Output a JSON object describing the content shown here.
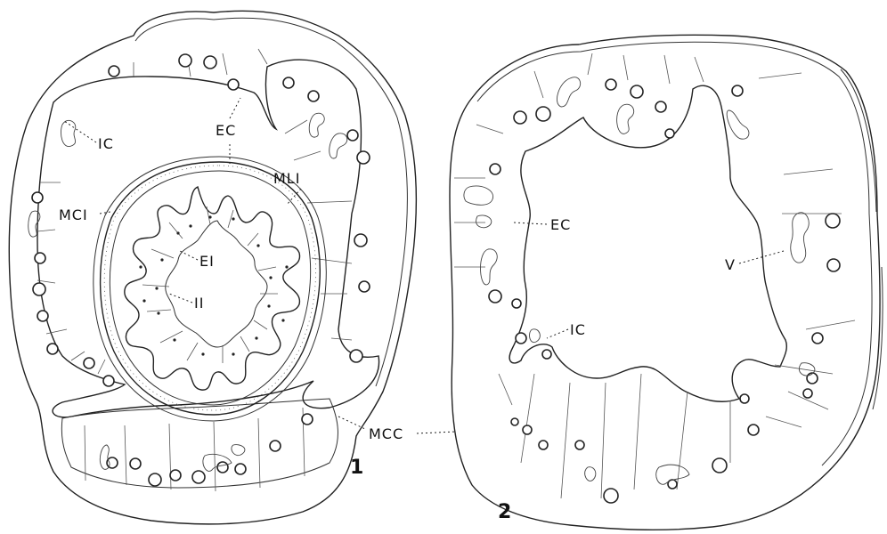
{
  "figure": {
    "panels": [
      {
        "number": "1"
      },
      {
        "number": "2"
      }
    ],
    "labels": {
      "ic1": "IC",
      "ec1": "EC",
      "mli": "MLI",
      "mci": "MCI",
      "ei": "EI",
      "ii": "II",
      "mcc": "MCC",
      "ec2": "EC",
      "v": "V",
      "ic2": "IC"
    }
  }
}
